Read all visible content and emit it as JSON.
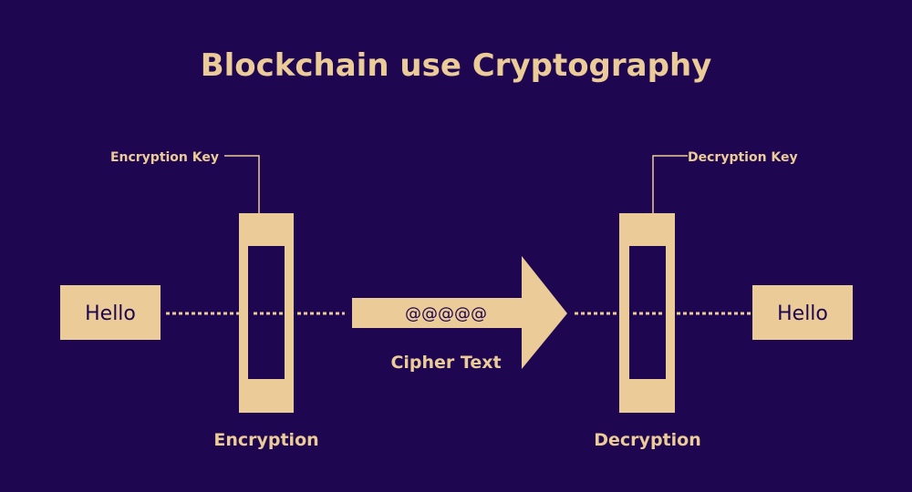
{
  "title": "Blockchain use Cryptography",
  "plaintext_left": "Hello",
  "plaintext_right": "Hello",
  "encryption": {
    "key_label": "Encryption Key",
    "stage_label": "Encryption"
  },
  "decryption": {
    "key_label": "Decryption Key",
    "stage_label": "Decryption"
  },
  "cipher": {
    "value": "@@@@@",
    "label": "Cipher Text"
  },
  "colors": {
    "background": "#1e0650",
    "accent": "#ebcb98",
    "ink": "#1e0650"
  }
}
